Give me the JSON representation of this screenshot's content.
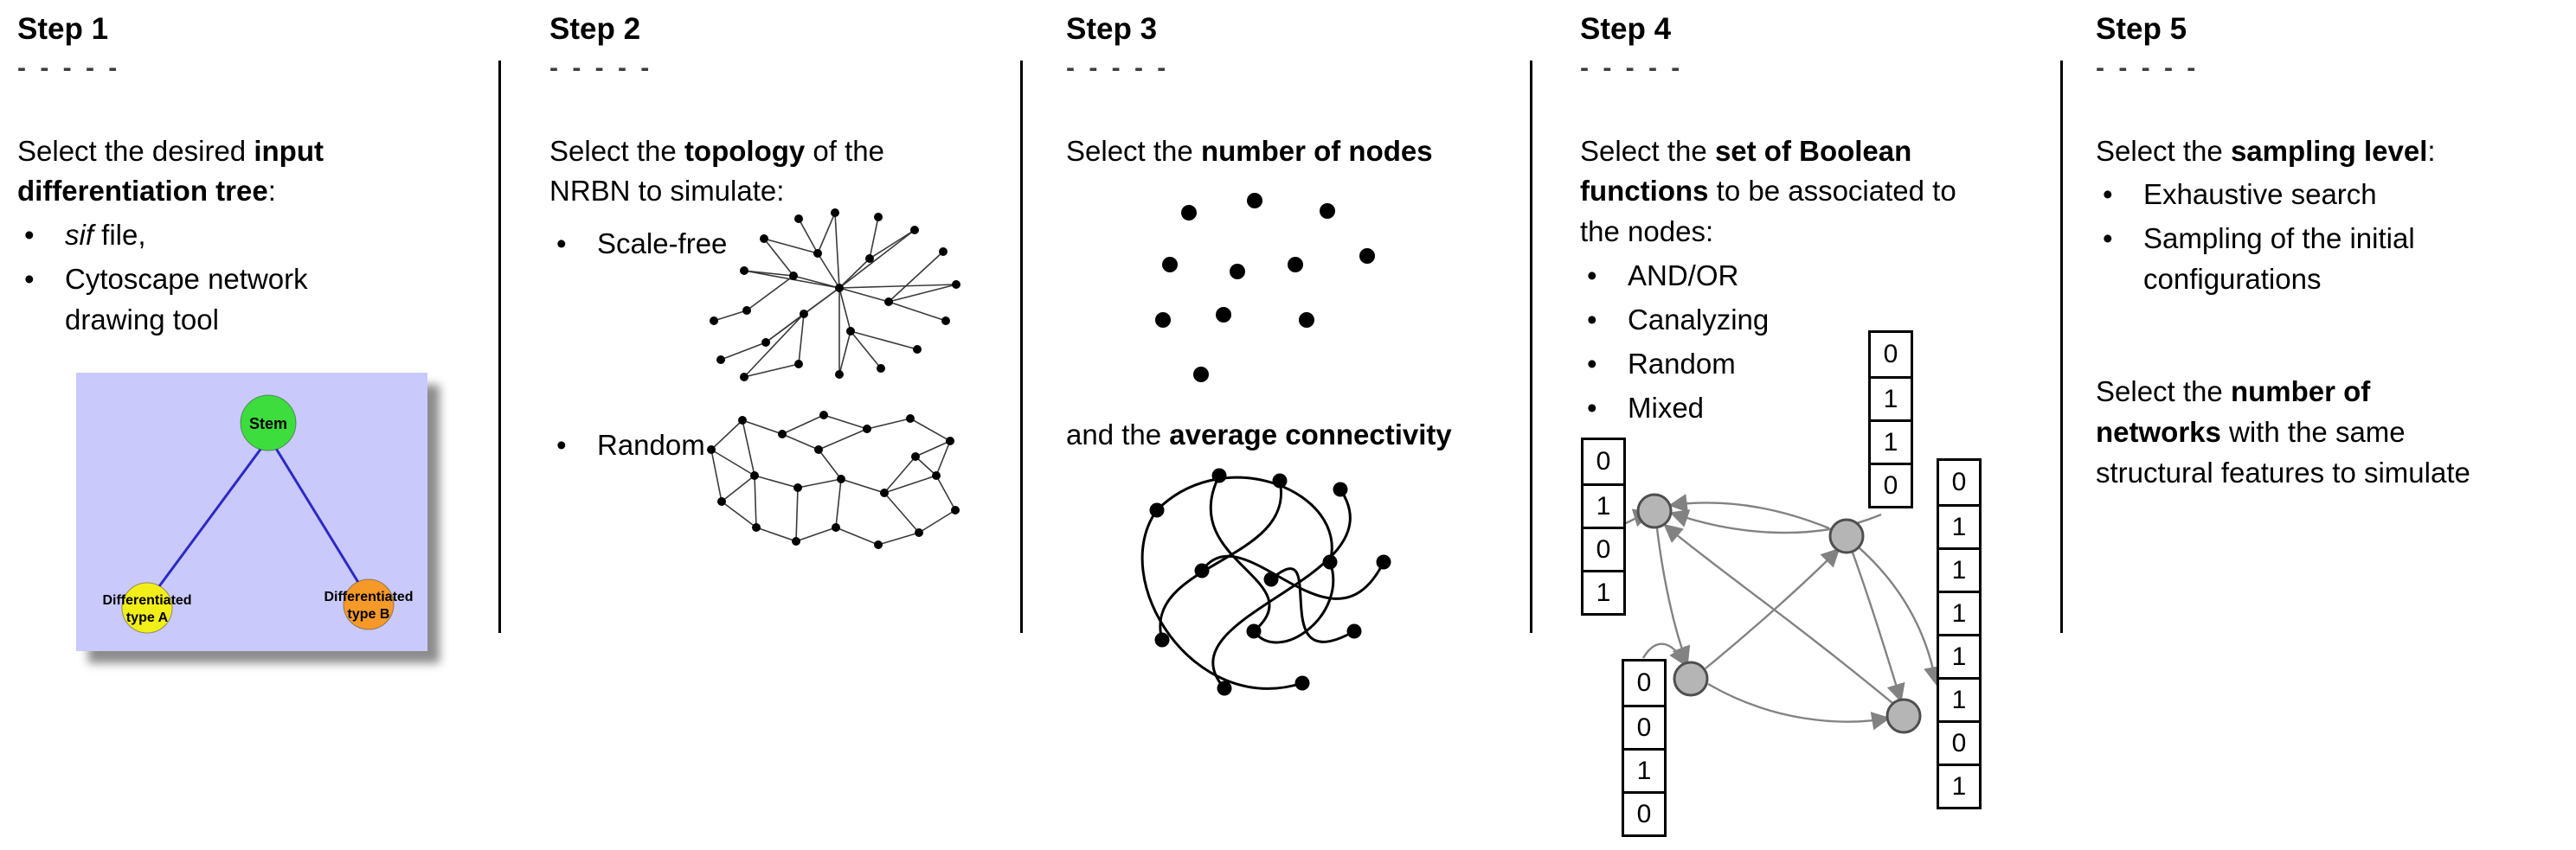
{
  "palette": {
    "tree_bg": "#c9c9fb",
    "stem_green": "#3ddd3d",
    "type_a_yellow": "#f2ee18",
    "type_b_orange": "#f59a28",
    "tree_edge_blue": "#2a2ac4",
    "boolean_node_gray": "#b5b5b5"
  },
  "ui": {
    "bullet_char": "•"
  },
  "step1": {
    "title": "Step 1",
    "dashes": "- - - - -",
    "intro_pre": "Select the desired ",
    "intro_bold": "input differentiation tree",
    "intro_post": ":",
    "bullet1_italic": "sif",
    "bullet1_rest": " file,",
    "bullet2": "Cytoscape network drawing tool",
    "tree": {
      "root_label": "Stem",
      "left_label_line1": "Differentiated",
      "left_label_line2": "type A",
      "right_label_line1": "Differentiated",
      "right_label_line2": "type B"
    }
  },
  "step2": {
    "title": "Step 2",
    "dashes": "- - - - -",
    "intro_pre": "Select the ",
    "intro_bold": "topology",
    "intro_post": " of the NRBN to simulate:",
    "bullet1": "Scale-free",
    "bullet2": "Random"
  },
  "step3": {
    "title": "Step 3",
    "dashes": "- - - - -",
    "line1_pre": "Select the ",
    "line1_bold": "number of nodes",
    "line2_pre": "and the ",
    "line2_bold": "average connectivity"
  },
  "step4": {
    "title": "Step 4",
    "dashes": "- - - - -",
    "intro_pre": "Select the ",
    "intro_bold": "set of Boolean functions",
    "intro_post": " to be associated to the nodes:",
    "bullets": [
      "AND/OR",
      "Canalyzing",
      "Random",
      "Mixed"
    ],
    "truth_tables": {
      "left": [
        "0",
        "1",
        "0",
        "1"
      ],
      "top": [
        "0",
        "1",
        "1",
        "0"
      ],
      "bottom": [
        "0",
        "0",
        "1",
        "0"
      ],
      "right": [
        "0",
        "1",
        "1",
        "1",
        "1",
        "1",
        "0",
        "1"
      ]
    }
  },
  "step5": {
    "title": "Step 5",
    "dashes": "- - - - -",
    "intro_pre": "Select the ",
    "intro_bold": "sampling level",
    "intro_post": ":",
    "bullet1": "Exhaustive search",
    "bullet2": "Sampling of the initial configurations",
    "para2_pre": "Select the ",
    "para2_bold": "number of networks",
    "para2_post": " with the same structural features to simulate"
  }
}
